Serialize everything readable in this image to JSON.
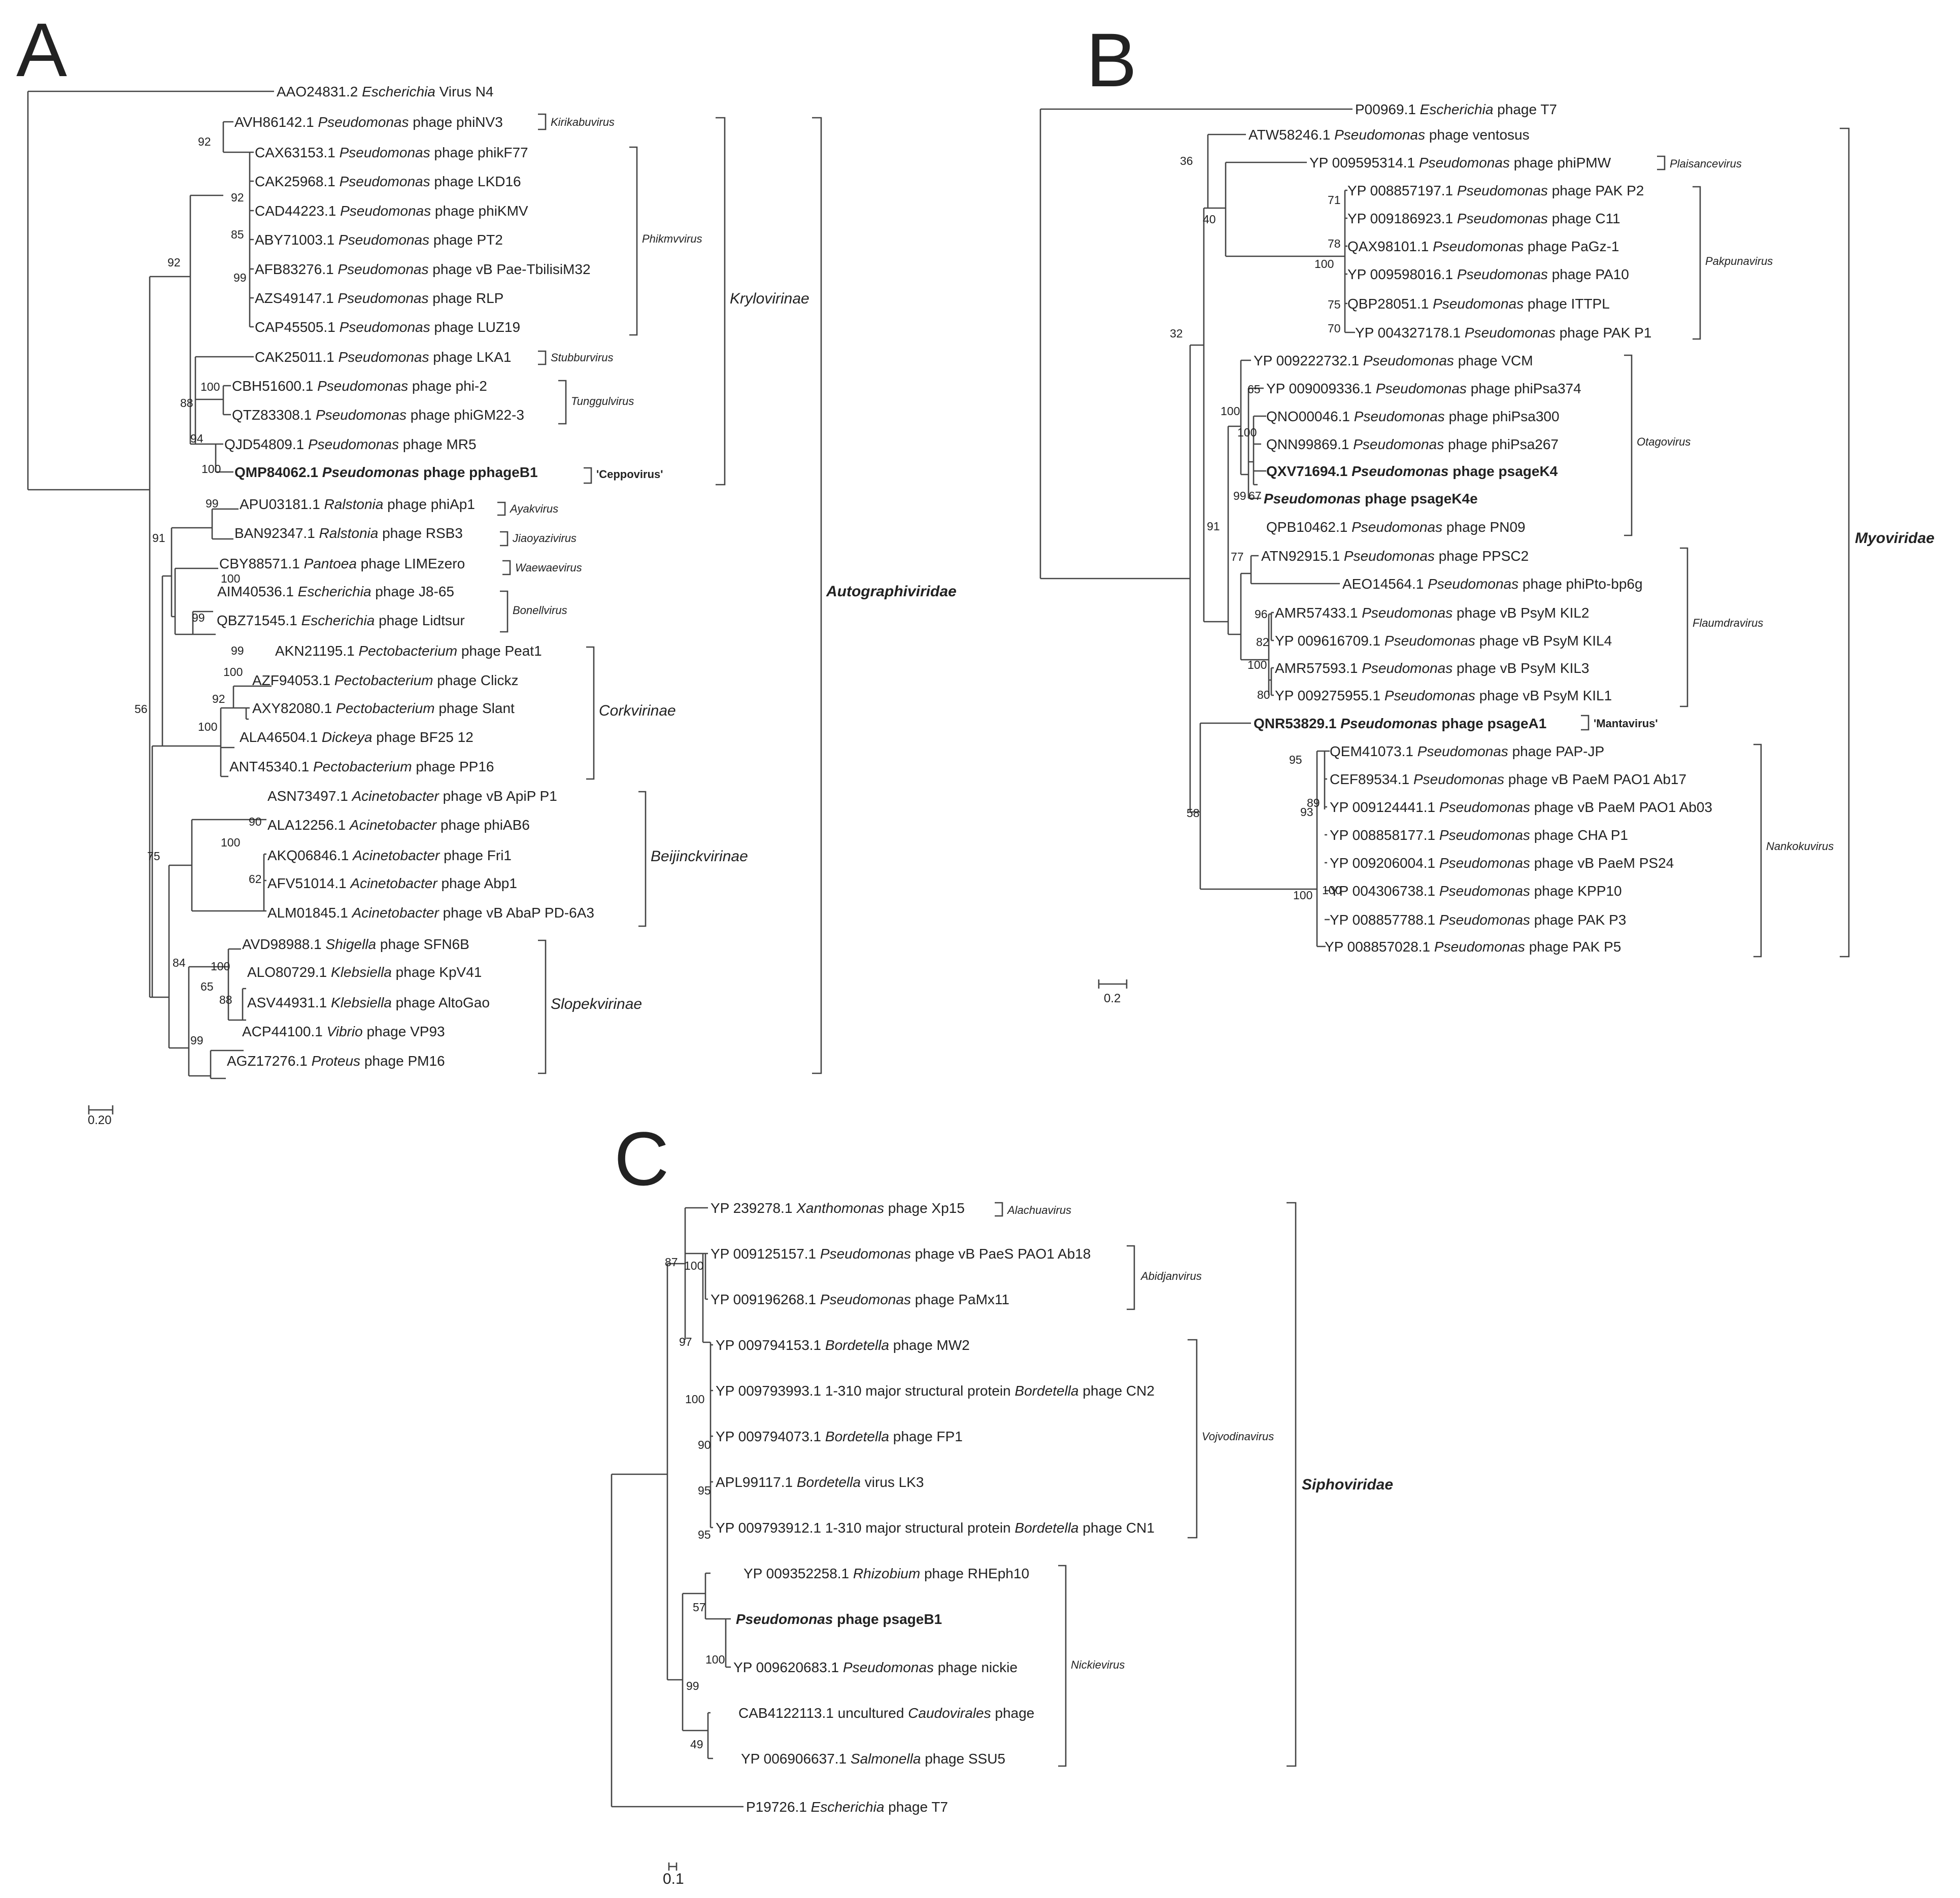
{
  "panels": [
    {
      "letter": "A",
      "leaves": [
        {
          "acc": "AAO24831.2",
          "genus": "Escherichia",
          "rest": "Virus N4"
        },
        {
          "acc": "AVH86142.1",
          "genus": "Pseudomonas",
          "rest": "phage phiNV3"
        },
        {
          "acc": "CAX63153.1",
          "genus": "Pseudomonas",
          "rest": "phage phikF77"
        },
        {
          "acc": "CAK25968.1",
          "genus": "Pseudomonas",
          "rest": "phage LKD16"
        },
        {
          "acc": "CAD44223.1",
          "genus": "Pseudomonas",
          "rest": "phage phiKMV"
        },
        {
          "acc": "ABY71003.1",
          "genus": "Pseudomonas",
          "rest": "phage PT2"
        },
        {
          "acc": "AFB83276.1",
          "genus": "Pseudomonas",
          "rest": "phage vB Pae-TbilisiM32"
        },
        {
          "acc": "AZS49147.1",
          "genus": "Pseudomonas",
          "rest": "phage RLP"
        },
        {
          "acc": "CAP45505.1",
          "genus": "Pseudomonas",
          "rest": "phage LUZ19"
        },
        {
          "acc": "CAK25011.1",
          "genus": "Pseudomonas",
          "rest": "phage LKA1"
        },
        {
          "acc": "CBH51600.1",
          "genus": "Pseudomonas",
          "rest": "phage phi-2"
        },
        {
          "acc": "QTZ83308.1",
          "genus": "Pseudomonas",
          "rest": "phage phiGM22-3"
        },
        {
          "acc": "QJD54809.1",
          "genus": "Pseudomonas",
          "rest": "phage MR5"
        },
        {
          "acc": "QMP84062.1",
          "genus": "Pseudomonas",
          "rest": "phage pphageB1",
          "bold": true
        },
        {
          "acc": "APU03181.1",
          "genus": "Ralstonia",
          "rest": "phage phiAp1"
        },
        {
          "acc": "BAN92347.1",
          "genus": "Ralstonia",
          "rest": "phage RSB3"
        },
        {
          "acc": "CBY88571.1",
          "genus": "Pantoea",
          "rest": "phage LIMEzero"
        },
        {
          "acc": "AIM40536.1",
          "genus": "Escherichia",
          "rest": "phage J8-65"
        },
        {
          "acc": "QBZ71545.1",
          "genus": "Escherichia",
          "rest": "phage Lidtsur"
        },
        {
          "acc": "AKN21195.1",
          "genus": "Pectobacterium",
          "rest": "phage Peat1"
        },
        {
          "acc": "AZF94053.1",
          "genus": "Pectobacterium",
          "rest": "phage Clickz"
        },
        {
          "acc": "AXY82080.1",
          "genus": "Pectobacterium",
          "rest": "phage Slant"
        },
        {
          "acc": "ALA46504.1",
          "genus": "Dickeya",
          "rest": "phage BF25 12"
        },
        {
          "acc": "ANT45340.1",
          "genus": "Pectobacterium",
          "rest": "phage PP16"
        },
        {
          "acc": "ASN73497.1",
          "genus": "Acinetobacter",
          "rest": "phage vB ApiP P1"
        },
        {
          "acc": "ALA12256.1",
          "genus": "Acinetobacter",
          "rest": "phage phiAB6"
        },
        {
          "acc": "AKQ06846.1",
          "genus": "Acinetobacter",
          "rest": "phage Fri1"
        },
        {
          "acc": "AFV51014.1",
          "genus": "Acinetobacter",
          "rest": "phage Abp1"
        },
        {
          "acc": "ALM01845.1",
          "genus": "Acinetobacter",
          "rest": "phage vB AbaP PD-6A3"
        },
        {
          "acc": "AVD98988.1",
          "genus": "Shigella",
          "rest": "phage SFN6B"
        },
        {
          "acc": "ALO80729.1",
          "genus": "Klebsiella",
          "rest": "phage KpV41"
        },
        {
          "acc": "ASV44931.1",
          "genus": "Klebsiella",
          "rest": "phage AltoGao"
        },
        {
          "acc": "ACP44100.1",
          "genus": "Vibrio",
          "rest": "phage VP93"
        },
        {
          "acc": "AGZ17276.1",
          "genus": "Proteus",
          "rest": "phage PM16"
        }
      ],
      "bootstraps": [
        "92",
        "92",
        "85",
        "99",
        "92",
        "100",
        "88",
        "94",
        "100",
        "99",
        "91",
        "100",
        "99",
        "99",
        "100",
        "92",
        "100",
        "56",
        "90",
        "100",
        "62",
        "75",
        "100",
        "65",
        "88",
        "84",
        "99"
      ],
      "genera": [
        {
          "name": "Kirikabuvirus"
        },
        {
          "name": "Phikmvvirus"
        },
        {
          "name": "Stubburvirus"
        },
        {
          "name": "Tunggulvirus"
        },
        {
          "name": "'Ceppovirus'",
          "bold": true
        },
        {
          "name": "Ayakvirus"
        },
        {
          "name": "Jiaoyazivirus"
        },
        {
          "name": "Waewaevirus"
        },
        {
          "name": "Bonellvirus"
        }
      ],
      "subfamilies": [
        "Krylovirinae",
        "Corkvirinae",
        "Beijinckvirinae",
        "Slopekvirinae"
      ],
      "family": "Autographiviridae",
      "scale": "0.20"
    },
    {
      "letter": "B",
      "leaves": [
        {
          "acc": "P00969.1",
          "genus": "Escherichia",
          "rest": "phage T7"
        },
        {
          "acc": "ATW58246.1",
          "genus": "Pseudomonas",
          "rest": "phage ventosus"
        },
        {
          "acc": "YP 009595314.1",
          "genus": "Pseudomonas",
          "rest": "phage phiPMW"
        },
        {
          "acc": "YP 008857197.1",
          "genus": "Pseudomonas",
          "rest": "phage PAK P2"
        },
        {
          "acc": "YP 009186923.1",
          "genus": "Pseudomonas",
          "rest": "phage C11"
        },
        {
          "acc": "QAX98101.1",
          "genus": "Pseudomonas",
          "rest": "phage PaGz-1"
        },
        {
          "acc": "YP 009598016.1",
          "genus": "Pseudomonas",
          "rest": "phage PA10"
        },
        {
          "acc": "QBP28051.1",
          "genus": "Pseudomonas",
          "rest": "phage ITTPL"
        },
        {
          "acc": "YP 004327178.1",
          "genus": "Pseudomonas",
          "rest": "phage PAK P1"
        },
        {
          "acc": "YP 009222732.1",
          "genus": "Pseudomonas",
          "rest": "phage VCM"
        },
        {
          "acc": "YP 009009336.1",
          "genus": "Pseudomonas",
          "rest": "phage phiPsa374"
        },
        {
          "acc": "QNO00046.1",
          "genus": "Pseudomonas",
          "rest": "phage phiPsa300"
        },
        {
          "acc": "QNN99869.1",
          "genus": "Pseudomonas",
          "rest": "phage phiPsa267"
        },
        {
          "acc": "QXV71694.1",
          "genus": "Pseudomonas",
          "rest": "phage psageK4",
          "bold": true
        },
        {
          "acc": "",
          "genus": "Pseudomonas",
          "rest": "phage psageK4e",
          "bold": true
        },
        {
          "acc": "QPB10462.1",
          "genus": "Pseudomonas",
          "rest": "phage PN09"
        },
        {
          "acc": "ATN92915.1",
          "genus": "Pseudomonas",
          "rest": "phage PPSC2"
        },
        {
          "acc": "AEO14564.1",
          "genus": "Pseudomonas",
          "rest": "phage phiPto-bp6g"
        },
        {
          "acc": "AMR57433.1",
          "genus": "Pseudomonas",
          "rest": "phage vB PsyM KIL2"
        },
        {
          "acc": "YP 009616709.1",
          "genus": "Pseudomonas",
          "rest": "phage vB PsyM KIL4"
        },
        {
          "acc": "AMR57593.1",
          "genus": "Pseudomonas",
          "rest": "phage vB PsyM KIL3"
        },
        {
          "acc": "YP 009275955.1",
          "genus": "Pseudomonas",
          "rest": "phage vB PsyM KIL1"
        },
        {
          "acc": "QNR53829.1",
          "genus": "Pseudomonas",
          "rest": "phage psageA1",
          "bold": true
        },
        {
          "acc": "QEM41073.1",
          "genus": "Pseudomonas",
          "rest": "phage PAP-JP"
        },
        {
          "acc": "CEF89534.1",
          "genus": "Pseudomonas",
          "rest": "phage vB PaeM PAO1 Ab17"
        },
        {
          "acc": "YP 009124441.1",
          "genus": "Pseudomonas",
          "rest": "phage vB PaeM PAO1 Ab03"
        },
        {
          "acc": "YP 008858177.1",
          "genus": "Pseudomonas",
          "rest": "phage CHA P1"
        },
        {
          "acc": "YP 009206004.1",
          "genus": "Pseudomonas",
          "rest": "phage vB PaeM PS24"
        },
        {
          "acc": "YP 004306738.1",
          "genus": "Pseudomonas",
          "rest": "phage KPP10"
        },
        {
          "acc": "YP 008857788.1",
          "genus": "Pseudomonas",
          "rest": "phage PAK P3"
        },
        {
          "acc": "YP 008857028.1",
          "genus": "Pseudomonas",
          "rest": "phage PAK P5"
        }
      ],
      "bootstraps": [
        "36",
        "40",
        "71",
        "78",
        "100",
        "75",
        "70",
        "32",
        "65",
        "100",
        "100",
        "99",
        "67",
        "91",
        "77",
        "96",
        "82",
        "100",
        "80",
        "58",
        "95",
        "89",
        "93",
        "100",
        "100"
      ],
      "genera": [
        {
          "name": "Plaisancevirus"
        },
        {
          "name": "Pakpunavirus"
        },
        {
          "name": "Otagovirus"
        },
        {
          "name": "Flaumdravirus"
        },
        {
          "name": "'Mantavirus'",
          "bold": true
        },
        {
          "name": "Nankokuvirus"
        }
      ],
      "family": "Myoviridae",
      "scale": "0.2"
    },
    {
      "letter": "C",
      "leaves": [
        {
          "acc": "YP 239278.1",
          "genus": "Xanthomonas",
          "rest": "phage Xp15"
        },
        {
          "acc": "YP 009125157.1",
          "genus": "Pseudomonas",
          "rest": "phage vB PaeS PAO1 Ab18"
        },
        {
          "acc": "YP 009196268.1",
          "genus": "Pseudomonas",
          "rest": "phage PaMx11"
        },
        {
          "acc": "YP 009794153.1",
          "genus": "Bordetella",
          "rest": "phage MW2"
        },
        {
          "acc": "YP 009793993.1 1-310 major structural protein",
          "genus": "Bordetella",
          "rest": "phage CN2"
        },
        {
          "acc": "YP 009794073.1",
          "genus": "Bordetella",
          "rest": "phage FP1"
        },
        {
          "acc": "APL99117.1",
          "genus": "Bordetella",
          "rest": "virus LK3"
        },
        {
          "acc": "YP 009793912.1 1-310 major structural protein",
          "genus": "Bordetella",
          "rest": "phage CN1"
        },
        {
          "acc": "YP 009352258.1",
          "genus": "Rhizobium",
          "rest": "phage RHEph10"
        },
        {
          "acc": "",
          "genus": "Pseudomonas",
          "rest": "phage psageB1",
          "bold": true
        },
        {
          "acc": "YP 009620683.1",
          "genus": "Pseudomonas",
          "rest": "phage nickie"
        },
        {
          "acc": "CAB4122113.1 uncultured",
          "genus": "Caudovirales",
          "rest": "phage"
        },
        {
          "acc": "YP 006906637.1",
          "genus": "Salmonella",
          "rest": "phage SSU5"
        },
        {
          "acc": "P19726.1",
          "genus": "Escherichia",
          "rest": "phage T7"
        }
      ],
      "bootstraps": [
        "87",
        "100",
        "97",
        "100",
        "90",
        "95",
        "95",
        "57",
        "100",
        "99",
        "49"
      ],
      "genera": [
        {
          "name": "Alachuavirus"
        },
        {
          "name": "Abidjanvirus"
        },
        {
          "name": "Vojvodinavirus"
        },
        {
          "name": "Nickievirus"
        }
      ],
      "family": "Siphoviridae",
      "scale": "0.1"
    }
  ]
}
